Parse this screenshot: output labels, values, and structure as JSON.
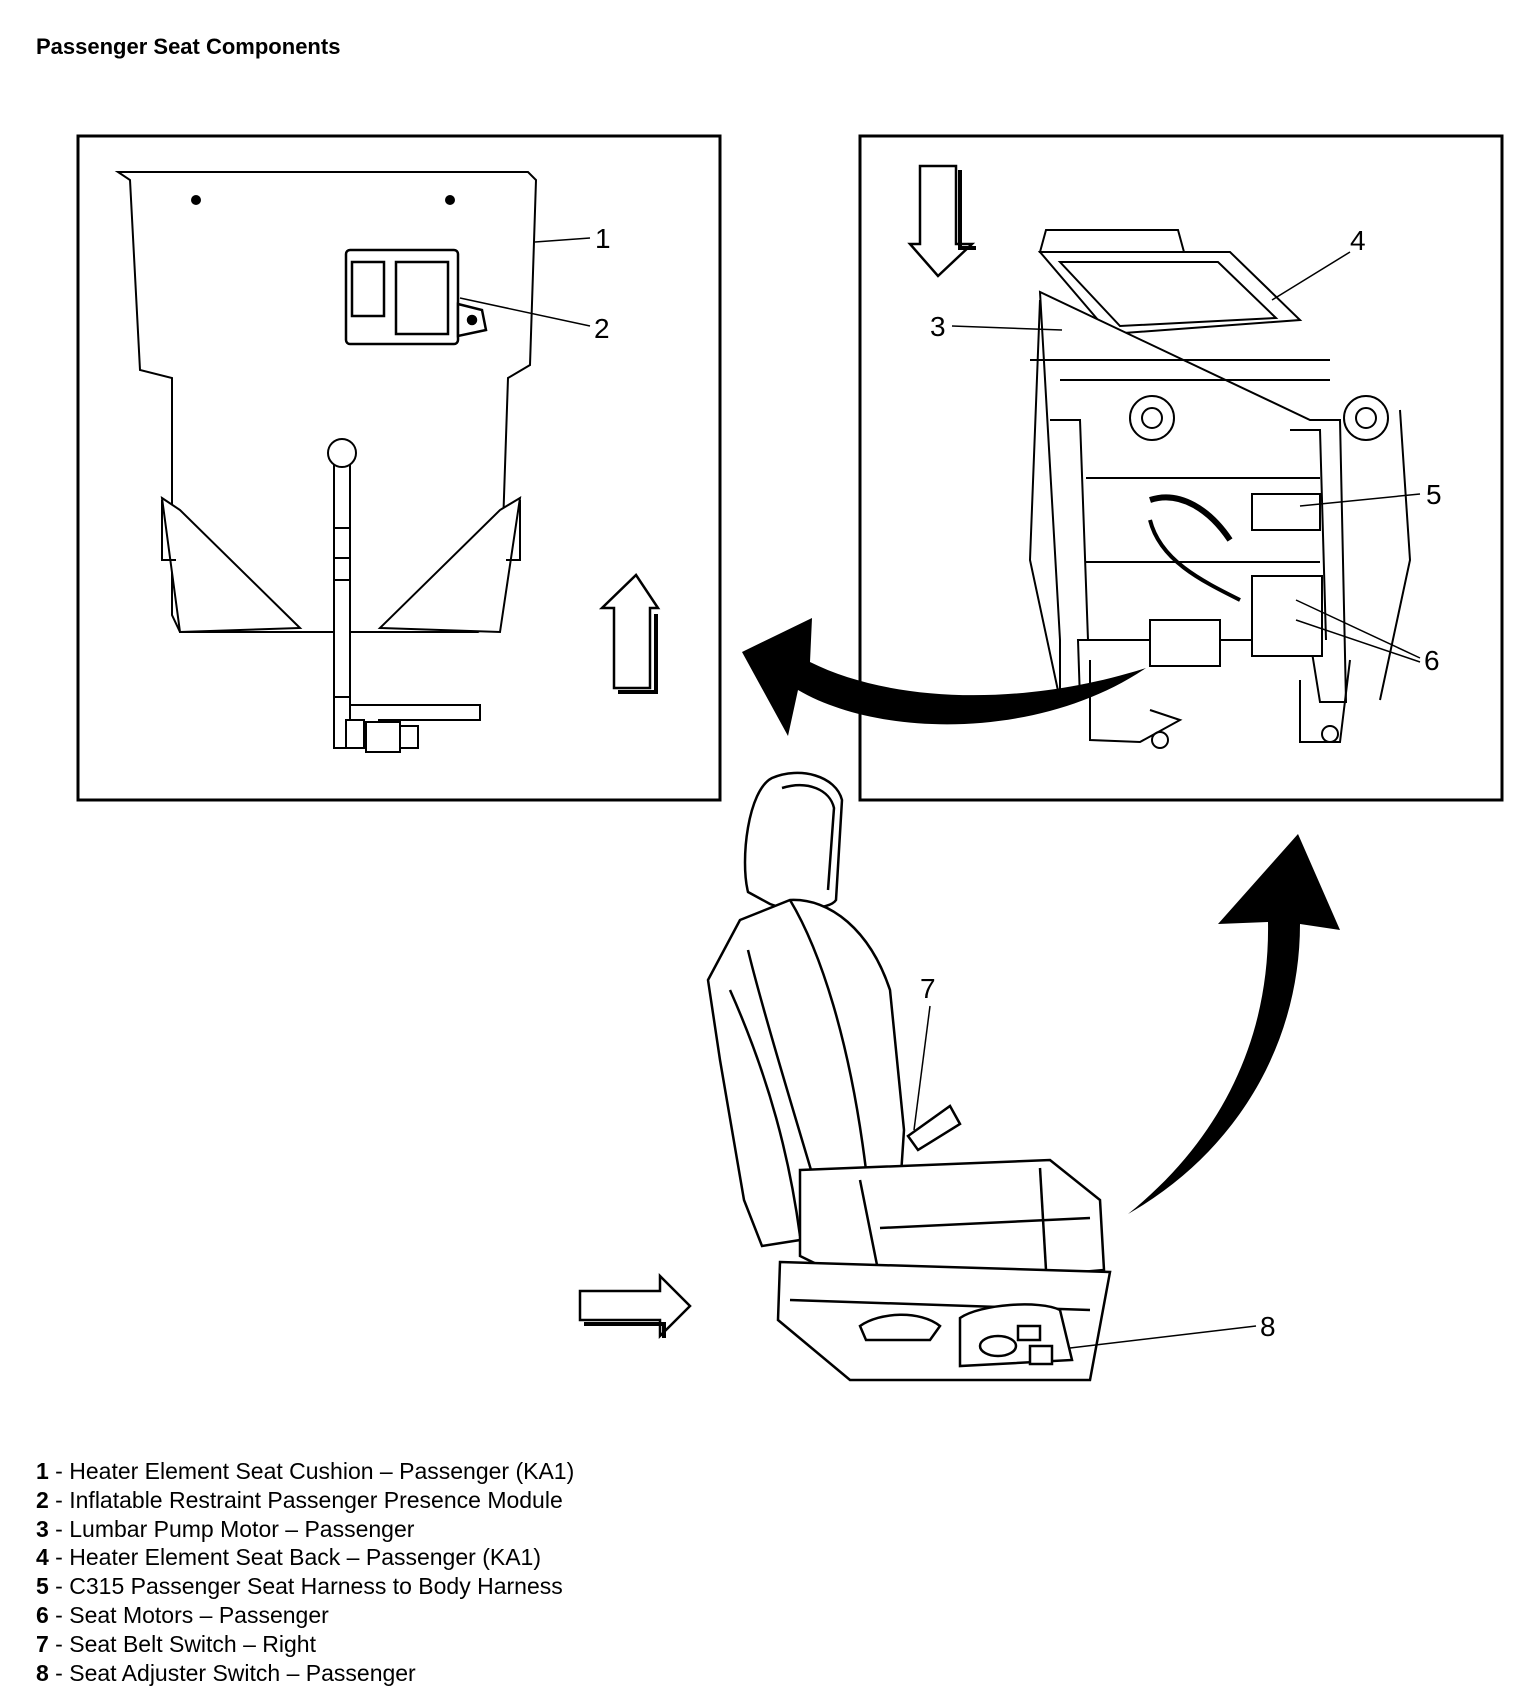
{
  "title": "Passenger Seat Components",
  "callouts": [
    "1",
    "2",
    "3",
    "4",
    "5",
    "6",
    "7",
    "8"
  ],
  "legend": [
    {
      "num": "1",
      "sep": " - ",
      "text": "Heater Element Seat Cushion – Passenger (KA1)"
    },
    {
      "num": "2",
      "sep": " - ",
      "text": "Inflatable Restraint Passenger Presence Module"
    },
    {
      "num": "3",
      "sep": " - ",
      "text": "Lumbar Pump Motor – Passenger"
    },
    {
      "num": "4",
      "sep": " - ",
      "text": "Heater Element Seat Back – Passenger (KA1)"
    },
    {
      "num": "5",
      "sep": " - ",
      "text": "C315 Passenger Seat Harness to Body Harness"
    },
    {
      "num": "6",
      "sep": " - ",
      "text": "Seat Motors – Passenger"
    },
    {
      "num": "7",
      "sep": " - ",
      "text": "Seat Belt Switch – Right"
    },
    {
      "num": "8",
      "sep": " - ",
      "text": "Seat Adjuster Switch – Passenger"
    }
  ]
}
